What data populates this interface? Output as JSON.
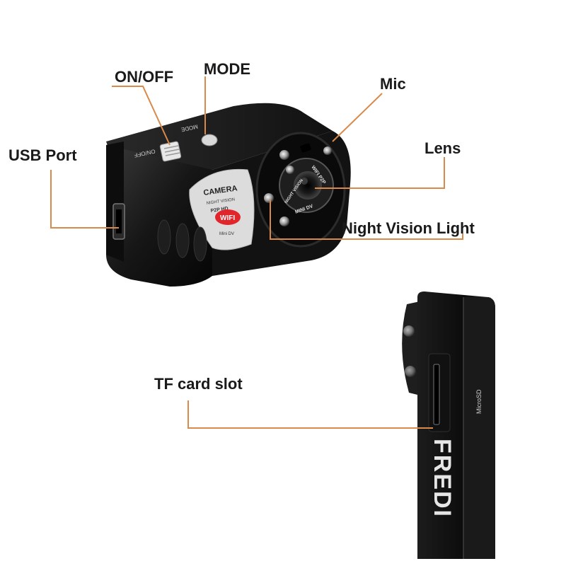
{
  "labels": {
    "on_off": "ON/OFF",
    "mode": "MODE",
    "mic": "Mic",
    "usb_port": "USB Port",
    "lens": "Lens",
    "night_vision_light": "Night Vision Light",
    "tf_card_slot": "TF card slot"
  },
  "device_print": {
    "camera": "CAMERA",
    "night_vision": "NIGHT VISION",
    "p2p_hd": "P2P HD",
    "wifi": "WIFI",
    "mini_dv": "Mini DV",
    "model_switch": "MODE",
    "onoff_switch": "ON/OFF",
    "lens_ring_top": "WIFI P2P",
    "lens_ring_left": "NIGHT VISION",
    "lens_ring_bottom": "MINI DV",
    "micro_sd": "MicroSD",
    "brand": "FREDI"
  },
  "colors": {
    "callout_line": "#d98a4a",
    "body": "#151515",
    "badge_red": "#e0262b",
    "badge_silver": "#d8d8d8"
  }
}
